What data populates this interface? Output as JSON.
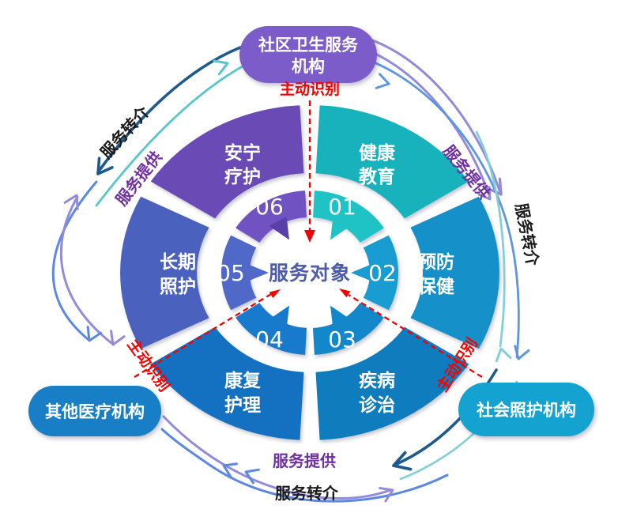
{
  "center": {
    "label": "服务对象",
    "color": "#4E5DA9"
  },
  "segments": [
    {
      "num": "01",
      "line1": "健康",
      "line2": "教育",
      "color_outer": "#17B2BC",
      "color_inner": "#1FC3C6"
    },
    {
      "num": "02",
      "line1": "预防",
      "line2": "保健",
      "color_outer": "#1590C8",
      "color_inner": "#189CD2"
    },
    {
      "num": "03",
      "line1": "疾病",
      "line2": "诊治",
      "color_outer": "#0F7CBE",
      "color_inner": "#1287CA"
    },
    {
      "num": "04",
      "line1": "康复",
      "line2": "护理",
      "color_outer": "#1470C0",
      "color_inner": "#177ACC"
    },
    {
      "num": "05",
      "line1": "长期",
      "line2": "照护",
      "color_outer": "#4A62BE",
      "color_inner": "#5069C8"
    },
    {
      "num": "06",
      "line1": "安宁",
      "line2": "疗护",
      "color_outer": "#6A4BB6",
      "color_inner": "#7152C2"
    }
  ],
  "pills": {
    "top": {
      "line1": "社区卫生服务",
      "line2": "机构",
      "color": "#7B5CC9"
    },
    "left": {
      "label": "其他医疗机构",
      "color": "#187EC6"
    },
    "right": {
      "label": "社会照护机构",
      "color": "#14A3D1"
    }
  },
  "flow_labels": {
    "service_referral": "服务转介",
    "service_provision": "服务提供",
    "active_identification": "主动识别"
  },
  "flow_label_colors": {
    "service_referral": "#1a1a1a",
    "service_provision": "#7030A0",
    "active_identification": "#F40000"
  },
  "arc_colors": {
    "navy": "#1E5B8C",
    "teal": "#55C6CC",
    "periwinkle": "#928BD9",
    "blue": "#5C87E3",
    "steel_blue": "#5D96DE",
    "light_teal": "#82D0D6"
  }
}
